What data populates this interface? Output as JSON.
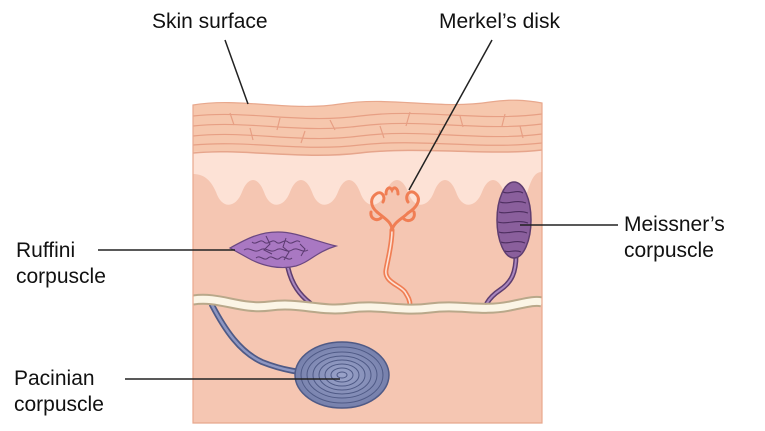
{
  "labels": {
    "skin_surface": "Skin surface",
    "merkels_disk": "Merkel’s disk",
    "meissners_corpuscle": [
      "Meissner’s",
      "corpuscle"
    ],
    "ruffini_corpuscle": [
      "Ruffini",
      "corpuscle"
    ],
    "pacinian_corpuscle": [
      "Pacinian",
      "corpuscle"
    ]
  },
  "colors": {
    "epidermis": "#f6c7ad",
    "dermal_layer": "#fde2d6",
    "dermis": "#f5c6b2",
    "merkel": "#f07e54",
    "meissner": "#8a5f9c",
    "ruffini": "#a978c2",
    "pacinian": "#7d88b4",
    "nerve": "#fbf5e6"
  }
}
